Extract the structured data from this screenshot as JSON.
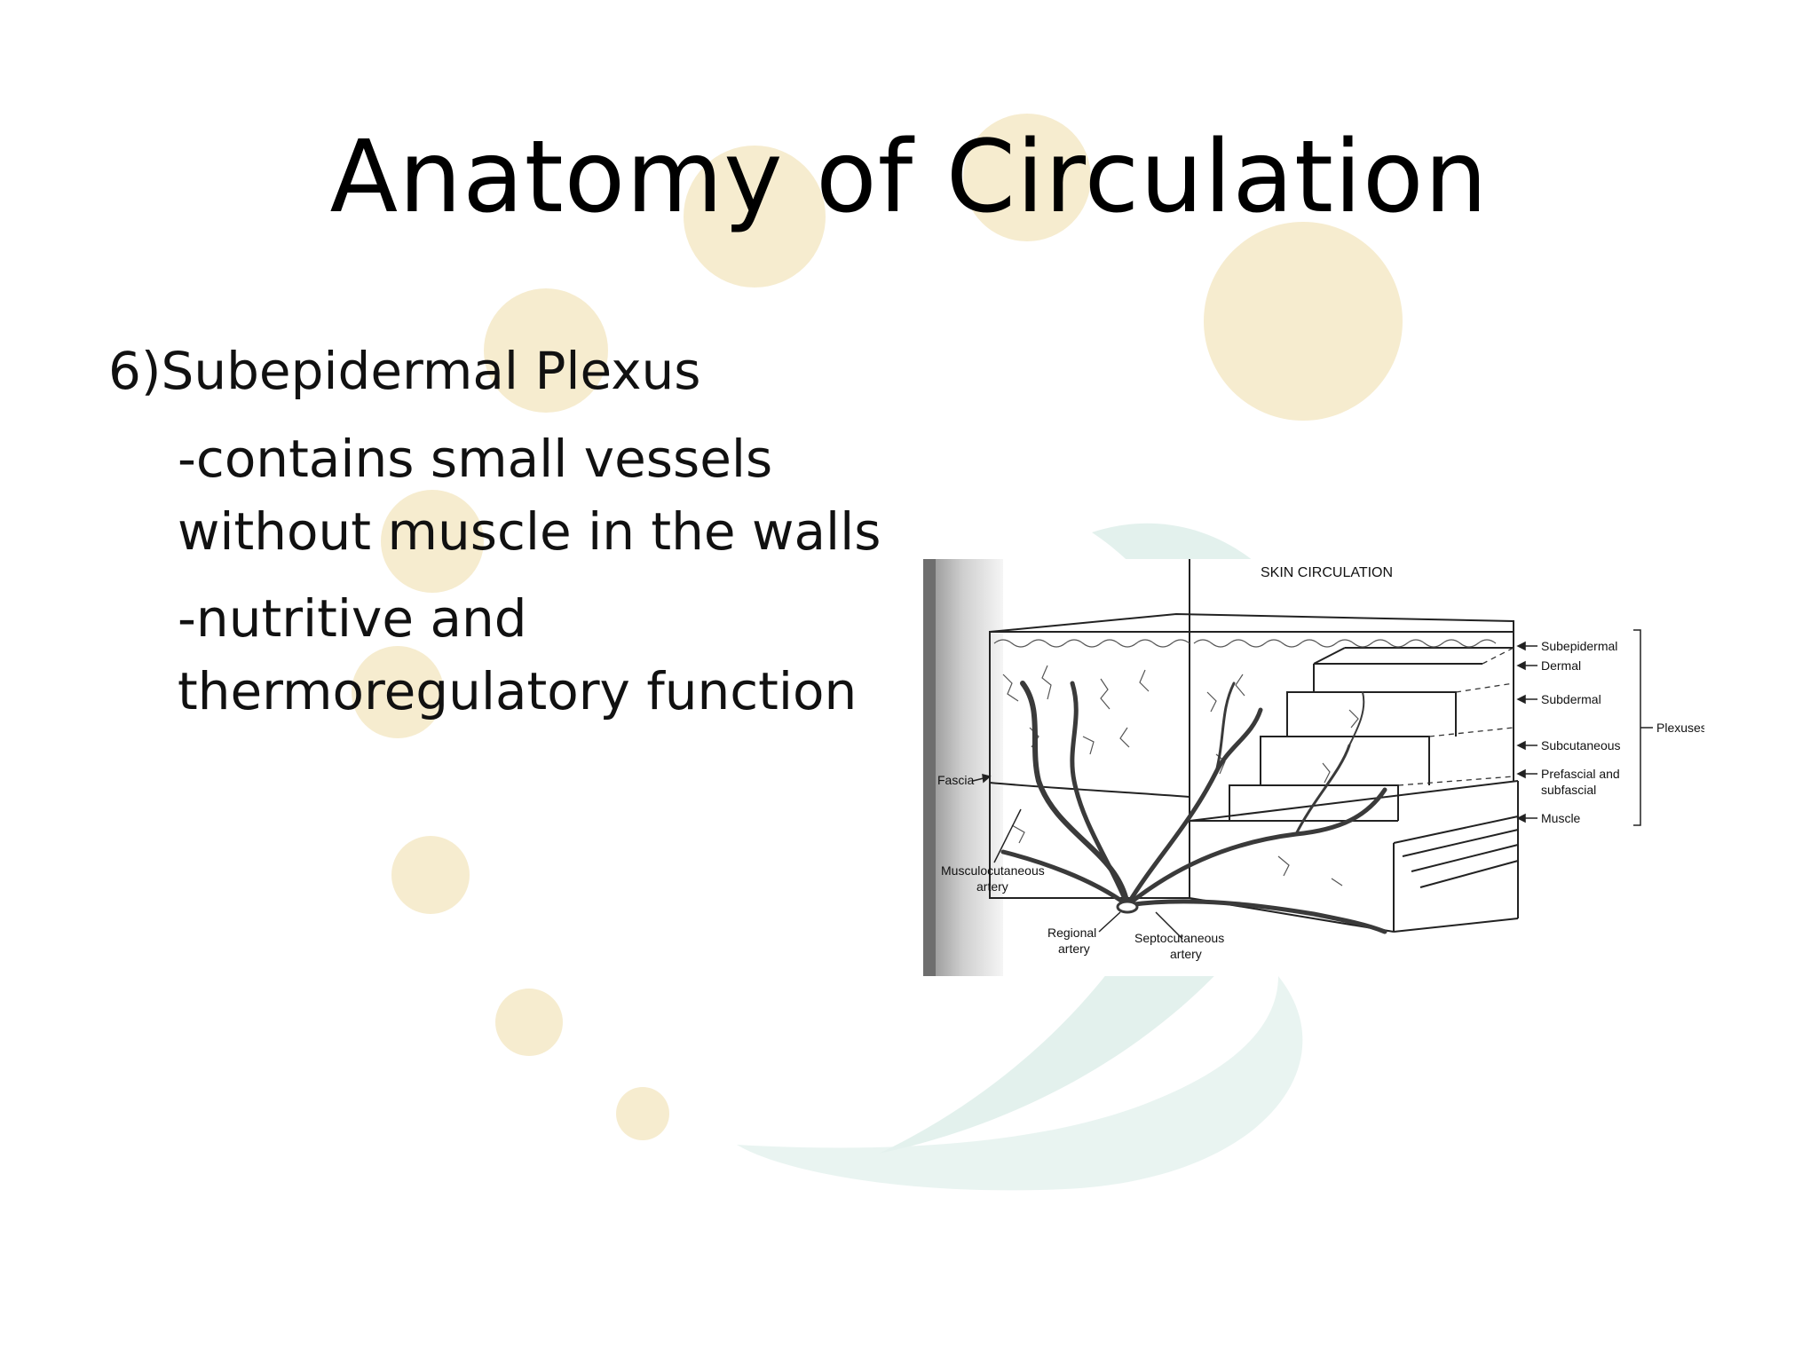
{
  "slide": {
    "title": "Anatomy of Circulation",
    "heading": "6)Subepidermal Plexus",
    "bullets": [
      "-contains small vessels without muscle in the walls",
      "-nutritive and thermoregulatory function"
    ]
  },
  "figure": {
    "title": "SKIN CIRCULATION",
    "layer_labels": {
      "subepidermal": "Subepidermal",
      "dermal": "Dermal",
      "subdermal": "Subdermal",
      "subcutaneous": "Subcutaneous",
      "prefascial_1": "Prefascial and",
      "prefascial_2": "subfascial",
      "muscle": "Muscle"
    },
    "group_label": "Plexuses",
    "fascia_label": "Fascia",
    "artery_labels": {
      "musculo_1": "Musculocutaneous",
      "musculo_2": "artery",
      "regional_1": "Regional",
      "regional_2": "artery",
      "septo_1": "Septocutaneous",
      "septo_2": "artery"
    }
  },
  "colors": {
    "title_text": "#000000",
    "body_text": "#111111",
    "deco_yellow": "#f3e6bf",
    "deco_teal": "#dceee9"
  }
}
